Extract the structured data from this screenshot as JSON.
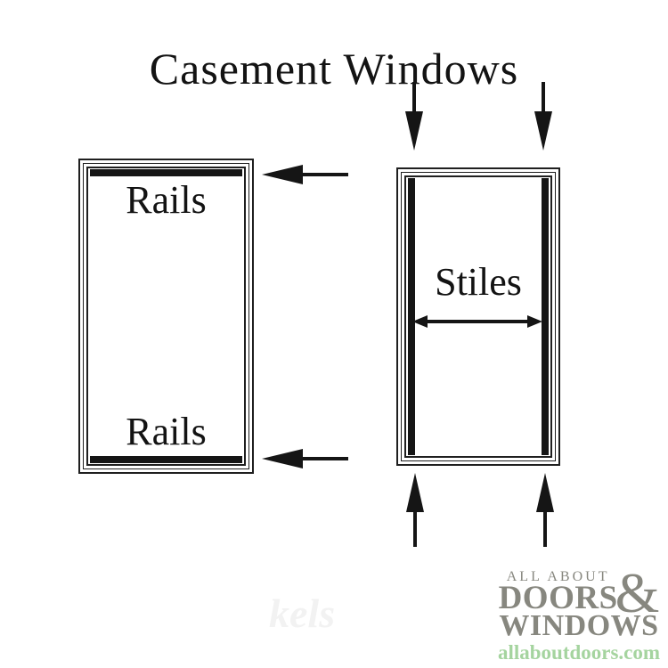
{
  "title": "Casement Windows",
  "watermark": "kels",
  "colors": {
    "line": "#1f1f1f",
    "bar": "#151515",
    "logo_gray": "#87877f",
    "logo_green": "#a5d49f"
  },
  "left_window": {
    "top_label": "Rails",
    "bottom_label": "Rails"
  },
  "right_window": {
    "label": "Stiles"
  },
  "logo": {
    "line1": "ALL ABOUT",
    "ampersand": "&",
    "line2": "DOORS",
    "line3": "WINDOWS",
    "url": "allaboutdoors.com"
  },
  "icons": [
    "arrow-left-top-icon",
    "arrow-left-bottom-icon",
    "arrow-down-left-icon",
    "arrow-down-right-icon",
    "arrow-up-left-icon",
    "arrow-up-right-icon",
    "double-headed-arrow-icon"
  ]
}
